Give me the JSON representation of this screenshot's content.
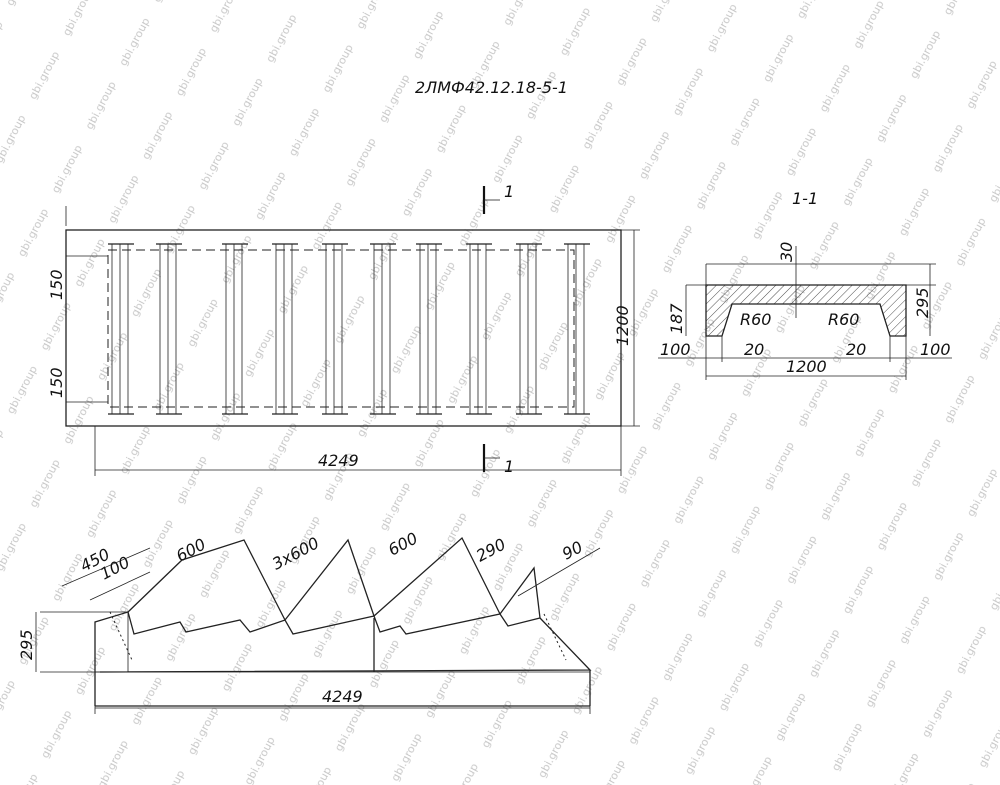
{
  "drawing": {
    "title": "2ЛМФ42.12.18-5-1",
    "watermark": "gbi.group",
    "colors": {
      "line": "#222222",
      "watermark": "#c8c8c8",
      "background": "#ffffff"
    }
  },
  "plan": {
    "cut_mark_top": "1",
    "cut_mark_bottom": "1",
    "dim_width": "1200",
    "dim_length": "4249",
    "dim_edge_top": "150",
    "dim_edge_bottom": "150"
  },
  "section": {
    "label": "1-1",
    "dim_top": "30",
    "dim_height": "295",
    "dim_inner_height": "187",
    "dim_left": "100",
    "dim_right": "100",
    "dim_inner_left": "20",
    "dim_inner_right": "20",
    "dim_width": "1200",
    "radius_left": "R60",
    "radius_right": "R60"
  },
  "elevation": {
    "dim_450": "450",
    "dim_100": "100",
    "dim_600_a": "600",
    "dim_3x600": "3x600",
    "dim_600_b": "600",
    "dim_290": "290",
    "dim_90": "90",
    "dim_height": "295",
    "dim_length": "4249"
  }
}
